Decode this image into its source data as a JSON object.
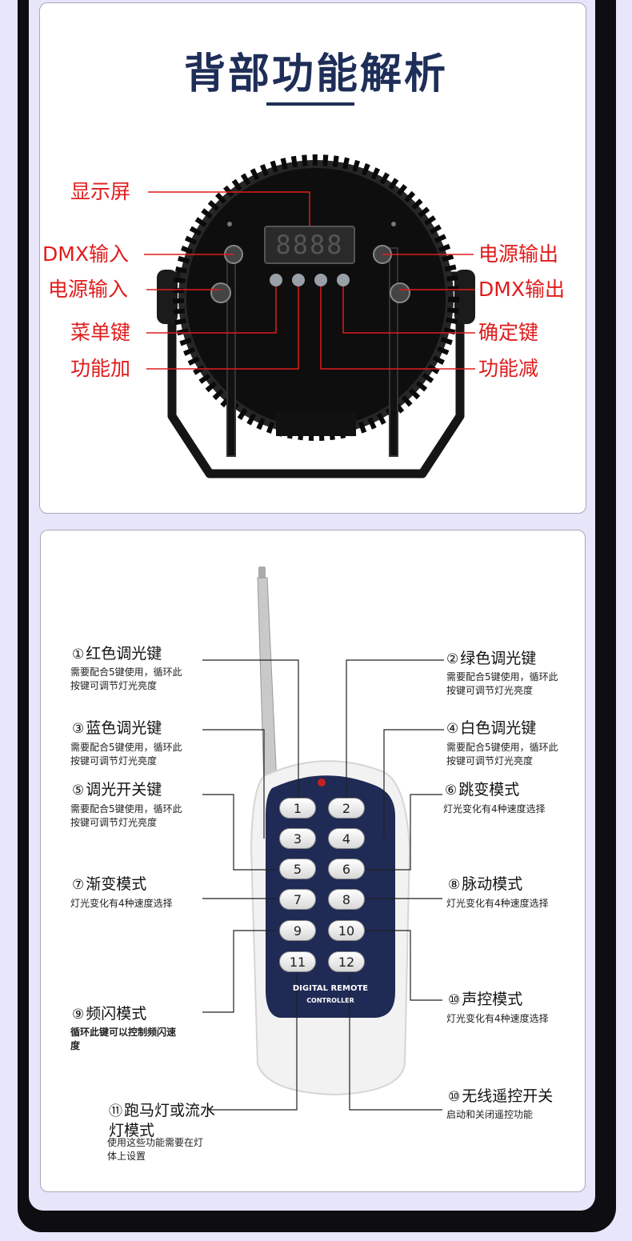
{
  "title": "背部功能解析",
  "panel_labels": {
    "display": "显示屏",
    "dmx_in": "DMX输入",
    "power_in": "电源输入",
    "menu_key": "菜单键",
    "func_plus": "功能加",
    "power_out": "电源输出",
    "dmx_out": "DMX输出",
    "confirm_key": "确定键",
    "func_minus": "功能减"
  },
  "display_text": "8888",
  "remote": {
    "brand_line1": "DIGITAL REMOTE",
    "brand_line2": "CONTROLLER",
    "buttons": [
      "1",
      "2",
      "3",
      "4",
      "5",
      "6",
      "7",
      "8",
      "9",
      "10",
      "11",
      "12"
    ]
  },
  "functions": [
    {
      "num": "①",
      "title": "红色调光键",
      "desc": "需要配合5键使用，循环此按键可调节灯光亮度"
    },
    {
      "num": "②",
      "title": "绿色调光键",
      "desc": "需要配合5键使用，循环此按键可调节灯光亮度"
    },
    {
      "num": "③",
      "title": "蓝色调光键",
      "desc": "需要配合5键使用，循环此按键可调节灯光亮度"
    },
    {
      "num": "④",
      "title": "白色调光键",
      "desc": "需要配合5键使用，循环此按键可调节灯光亮度"
    },
    {
      "num": "⑤",
      "title": "调光开关键",
      "desc": "需要配合5键使用，循环此按键可调节灯光亮度"
    },
    {
      "num": "⑥",
      "title": "跳变模式",
      "desc": "灯光变化有4种速度选择"
    },
    {
      "num": "⑦",
      "title": "渐变模式",
      "desc": "灯光变化有4种速度选择"
    },
    {
      "num": "⑧",
      "title": "脉动模式",
      "desc": "灯光变化有4种速度选择"
    },
    {
      "num": "⑨",
      "title": "频闪模式",
      "desc": "循环此键可以控制频闪速度"
    },
    {
      "num": "⑩",
      "title": "声控模式",
      "desc": "灯光变化有4种速度选择"
    },
    {
      "num": "⑪",
      "title": "跑马灯或流水灯模式",
      "desc": "使用这些功能需要在灯体上设置"
    },
    {
      "num": "⑩",
      "title": "无线遥控开关",
      "desc": "启动和关闭遥控功能"
    }
  ],
  "colors": {
    "title": "#1e2e58",
    "label_red": "#e01c1c",
    "remote_face": "#1f2a55"
  }
}
